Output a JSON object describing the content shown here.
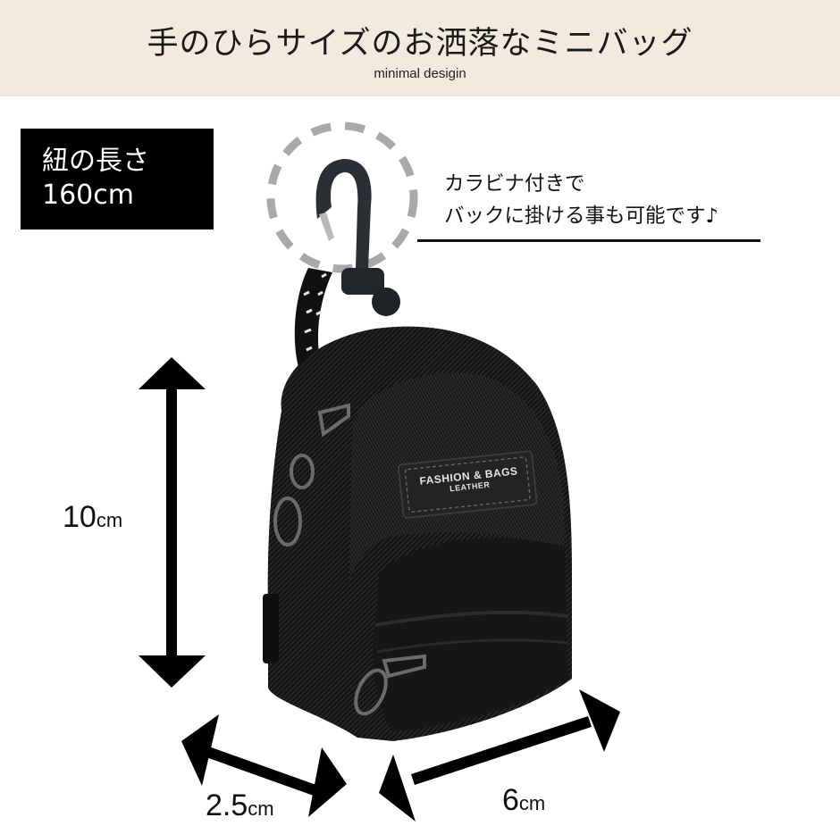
{
  "header": {
    "title": "手のひらサイズのお洒落なミニバッグ",
    "subtitle": "minimal desigin",
    "background_color": "#f3e9df"
  },
  "cord_length_box": {
    "label": "紐の長さ",
    "value": "160cm",
    "background_color": "#000000",
    "text_color": "#ffffff"
  },
  "carabiner_callout": {
    "line1": "カラビナ付きで",
    "line2": "バックに掛ける事も可能です♪",
    "highlight_circle_color": "#aaaaaa"
  },
  "product": {
    "name": "mini backpack bag",
    "color": "black",
    "patch_line1": "FASHION & BAGS",
    "patch_line2": "LEATHER"
  },
  "dimensions": {
    "height": {
      "num": "10",
      "unit": "cm"
    },
    "depth": {
      "num": "2.5",
      "unit": "cm"
    },
    "width": {
      "num": "6",
      "unit": "cm"
    }
  }
}
